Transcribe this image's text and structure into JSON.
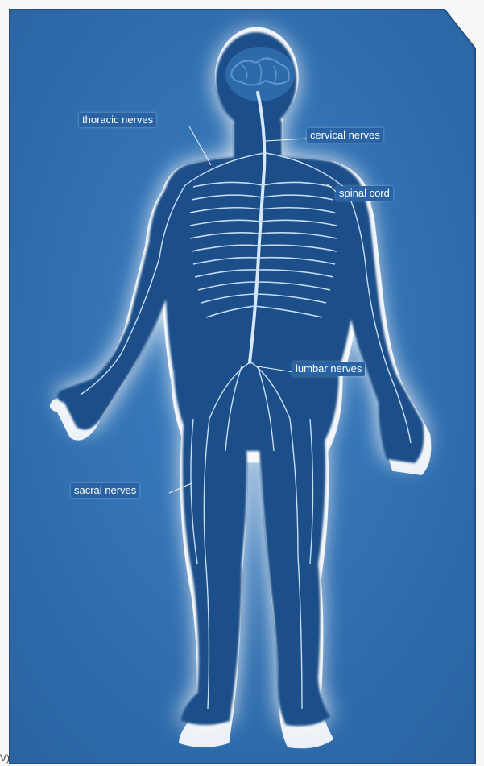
{
  "labels": {
    "thoracic": "thoracic nerves",
    "cervical": "cervical nerves",
    "spinal": "spinal cord",
    "lumbar": "lumbar nerves",
    "sacral": "sacral nerves"
  },
  "corner_text": "V)",
  "colors": {
    "card_blue": "#2e6fb0",
    "figure_blue": "#1b4f8a",
    "glow": "#ffffff",
    "nerve": "#cfe3f7",
    "label_bg": "#2a63a3"
  }
}
